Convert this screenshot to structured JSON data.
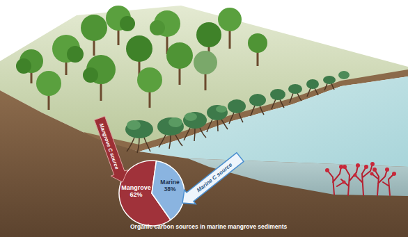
{
  "diagram": {
    "caption": "Organic carbon sources in marine mangrove sediments",
    "nodes": [
      {
        "text": [
          "Mangrove",
          "62%"
        ]
      },
      {
        "text": [
          "Marine",
          "38%"
        ]
      }
    ],
    "labels": [
      "Mangrove C source",
      "Marine C source"
    ]
  }
}
